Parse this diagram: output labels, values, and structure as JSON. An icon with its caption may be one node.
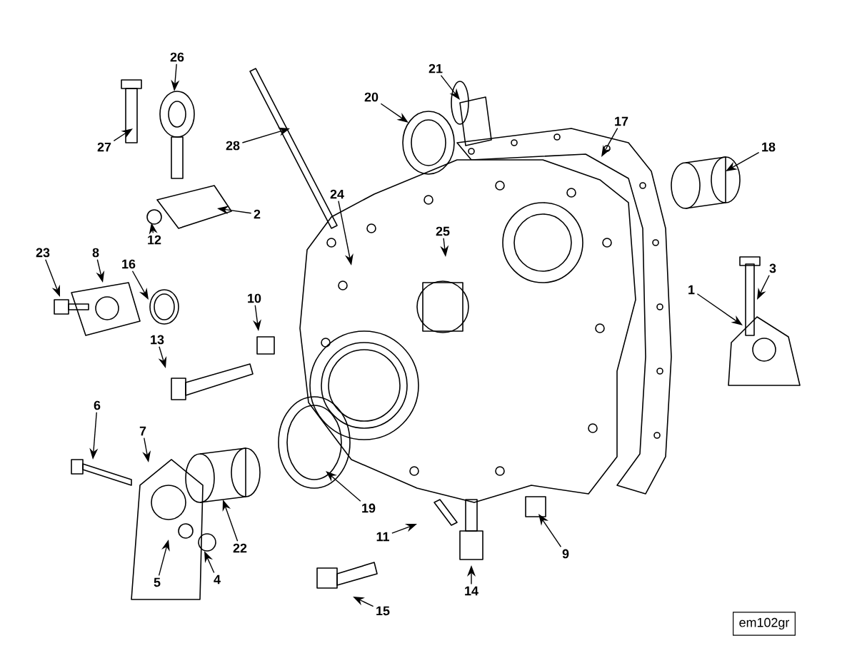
{
  "diagram": {
    "nodes": [
      {
        "text": [
          "26"
        ]
      },
      {
        "text": [
          "21"
        ]
      },
      {
        "text": [
          "20"
        ]
      },
      {
        "text": [
          "17"
        ]
      },
      {
        "text": [
          "27"
        ]
      },
      {
        "text": [
          "28"
        ]
      },
      {
        "text": [
          "18"
        ]
      },
      {
        "text": [
          "24"
        ]
      },
      {
        "text": [
          "2"
        ]
      },
      {
        "text": [
          "25"
        ]
      },
      {
        "text": [
          "12"
        ]
      },
      {
        "text": [
          "23"
        ]
      },
      {
        "text": [
          "8"
        ]
      },
      {
        "text": [
          "16"
        ]
      },
      {
        "text": [
          "3"
        ]
      },
      {
        "text": [
          "1"
        ]
      },
      {
        "text": [
          "10"
        ]
      },
      {
        "text": [
          "13"
        ]
      },
      {
        "text": [
          "6"
        ]
      },
      {
        "text": [
          "7"
        ]
      },
      {
        "text": [
          "19"
        ]
      },
      {
        "text": [
          "11"
        ]
      },
      {
        "text": [
          "22"
        ]
      },
      {
        "text": [
          "9"
        ]
      },
      {
        "text": [
          "4"
        ]
      },
      {
        "text": [
          "5"
        ]
      },
      {
        "text": [
          "14"
        ]
      },
      {
        "text": [
          "15"
        ]
      }
    ],
    "edges": [
      {
        "from": 0,
        "to": null,
        "arrow": "to"
      },
      {
        "from": 1,
        "to": null,
        "arrow": "to"
      },
      {
        "from": 2,
        "to": null,
        "arrow": "to"
      },
      {
        "from": 3,
        "to": null,
        "arrow": "to"
      },
      {
        "from": 4,
        "to": null,
        "arrow": "to"
      },
      {
        "from": 5,
        "to": null,
        "arrow": "to"
      },
      {
        "from": 6,
        "to": null,
        "arrow": "to"
      },
      {
        "from": 7,
        "to": null,
        "arrow": "to"
      },
      {
        "from": 8,
        "to": null,
        "arrow": "to"
      },
      {
        "from": 9,
        "to": null,
        "arrow": "to"
      },
      {
        "from": 10,
        "to": null,
        "arrow": "to"
      },
      {
        "from": 11,
        "to": null,
        "arrow": "to"
      },
      {
        "from": 12,
        "to": null,
        "arrow": "to"
      },
      {
        "from": 13,
        "to": null,
        "arrow": "to"
      },
      {
        "from": 14,
        "to": null,
        "arrow": "to"
      },
      {
        "from": 15,
        "to": null,
        "arrow": "to"
      },
      {
        "from": 16,
        "to": null,
        "arrow": "to"
      },
      {
        "from": 17,
        "to": null,
        "arrow": "to"
      },
      {
        "from": 18,
        "to": null,
        "arrow": "to"
      },
      {
        "from": 19,
        "to": null,
        "arrow": "to"
      },
      {
        "from": 20,
        "to": null,
        "arrow": "to"
      },
      {
        "from": 21,
        "to": null,
        "arrow": "to"
      },
      {
        "from": 22,
        "to": null,
        "arrow": "to"
      },
      {
        "from": 23,
        "to": null,
        "arrow": "to"
      },
      {
        "from": 24,
        "to": null,
        "arrow": "to"
      },
      {
        "from": 25,
        "to": null,
        "arrow": "to"
      },
      {
        "from": 26,
        "to": null,
        "arrow": "to"
      },
      {
        "from": 27,
        "to": null,
        "arrow": "to"
      }
    ],
    "labels": [
      "em102gr"
    ]
  }
}
